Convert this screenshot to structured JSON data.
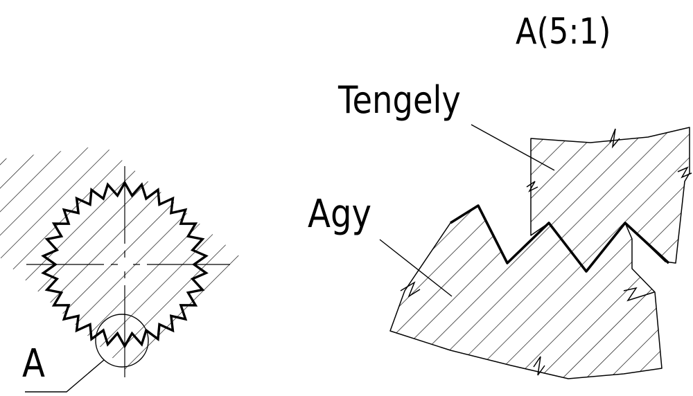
{
  "labels": {
    "detail_title": "A(5:1)",
    "shaft": "Tengely",
    "hub": "Agy",
    "detail_marker": "A"
  },
  "colors": {
    "line": "#000000",
    "background": "#ffffff"
  }
}
